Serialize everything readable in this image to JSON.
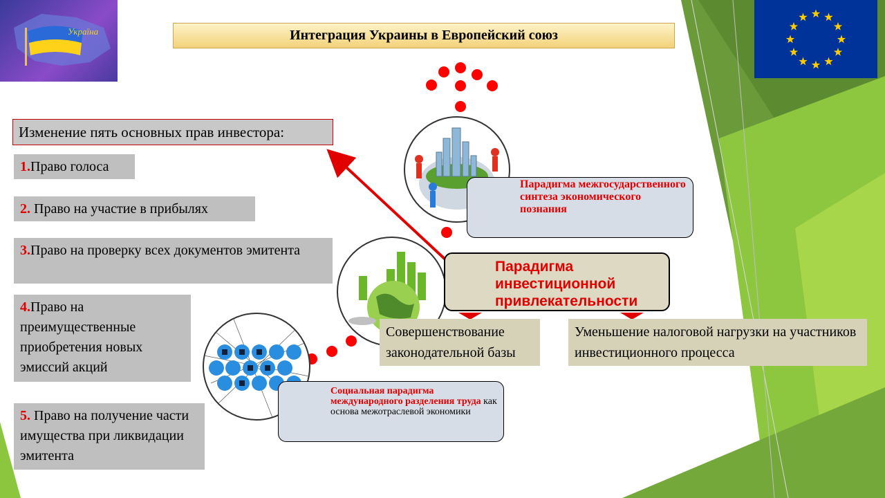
{
  "title": "Интеграция Украины в Европейский союз",
  "ukraine_logo_text": "Україна",
  "header": "Изменение пять основных прав инвестора:",
  "rights": [
    {
      "num": "1.",
      "text": "Право голоса"
    },
    {
      "num": "2. ",
      "text": "Право на участие в прибылях"
    },
    {
      "num": "3.",
      "text": "Право на проверку всех документов эмитента"
    },
    {
      "num": "4.",
      "text": "Право на преимущественные приобретения новых эмиссий акций"
    },
    {
      "num": "5. ",
      "text": "Право на получение части имущества при ликвидации эмитента"
    }
  ],
  "paradigms": {
    "interstate": "Парадигма межгосударственного синтеза экономического познания",
    "investment": "Парадигма инвестиционной привлекательности",
    "social_bold": "Социальная парадигма международного разделения труда",
    "social_rest": " как основа межотраслевой экономики"
  },
  "sub_boxes": {
    "legislation": "Совершенствование законодательной базы",
    "tax": "Уменьшение налоговой нагрузки на участников инвестиционного процесса"
  },
  "colors": {
    "accent_red": "#e00000",
    "eu_blue": "#003399",
    "eu_star": "#ffcc00",
    "green_dark": "#4f8a2b",
    "green_light": "#8cc63f"
  }
}
